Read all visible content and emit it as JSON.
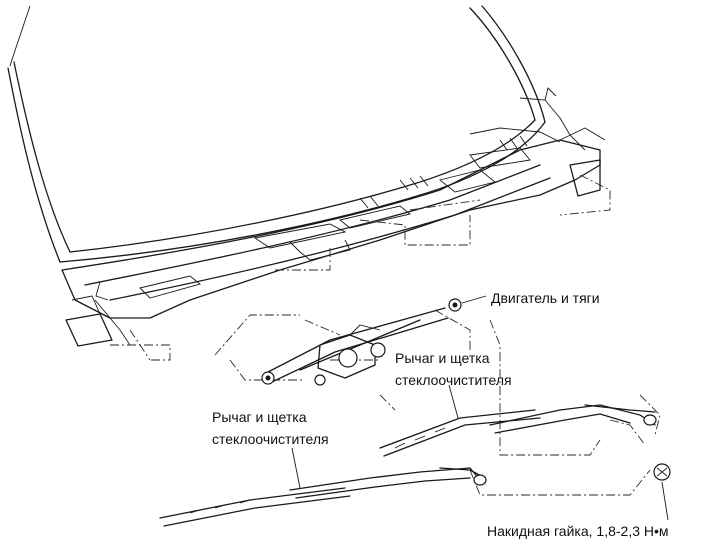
{
  "labels": {
    "motor_linkage": "Двигатель и тяги",
    "wiper_right_line1": "Рычаг и щетка",
    "wiper_right_line2": "стеклоочистителя",
    "wiper_left_line1": "Рычаг и щетка",
    "wiper_left_line2": "стеклоочистителя",
    "cap_nut": "Накидная гайка, 1,8-2,3 Н•м"
  }
}
